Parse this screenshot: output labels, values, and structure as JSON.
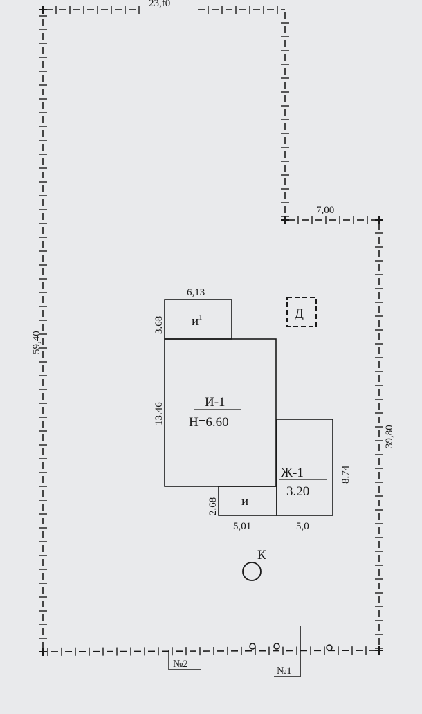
{
  "boundary": {
    "top_label": "23,f0",
    "left_label": "59,40",
    "step_label": "7,00",
    "right_label": "39,80"
  },
  "buildings": {
    "main": {
      "code": "И-1",
      "height": "Н=6.60",
      "dim_left": "13.46"
    },
    "annex_top": {
      "code": "и",
      "sup": "1",
      "dim_top": "6,13",
      "dim_left": "3.68"
    },
    "residential": {
      "code": "Ж-1",
      "value": "3.20",
      "dim_right": "8.74",
      "dim_bottom": "5,0"
    },
    "porch": {
      "code": "и",
      "dim_left": "2.68",
      "dim_bottom": "5,01"
    }
  },
  "markers": {
    "d_box": "Д",
    "well": "К",
    "gate1": "№1",
    "gate2": "№2"
  },
  "colors": {
    "paper": "#e9eaec",
    "ink": "#1a1a1a"
  }
}
